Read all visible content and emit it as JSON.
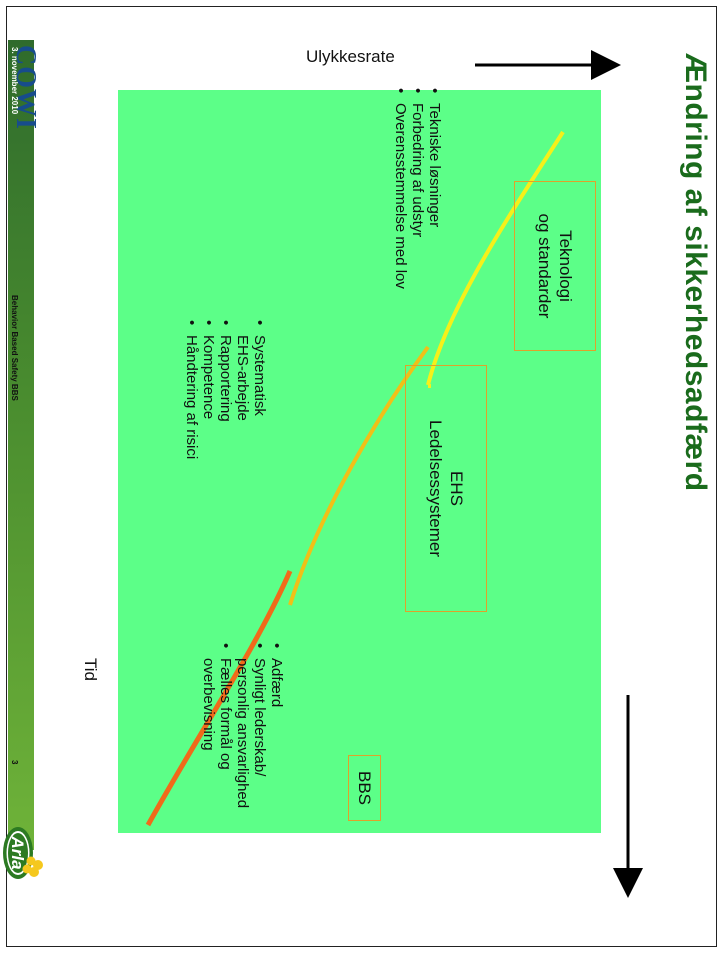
{
  "slide": {
    "title": "Ændring af sikkerhedsadfærd",
    "x_axis_label": "Tid",
    "y_axis_label": "Ulykkesrate"
  },
  "boxes": [
    {
      "lines": [
        "Teknologi",
        "og standarder"
      ]
    },
    {
      "lines": [
        "EHS",
        "Ledelsessystemer"
      ]
    },
    {
      "lines": [
        "BBS"
      ]
    }
  ],
  "bullet_groups": [
    {
      "items": [
        "Tekniske løsninger",
        "Forbedring af udstyr",
        "Overensstemmelse med lov"
      ]
    },
    {
      "items": [
        "Systematisk EHS-arbejde",
        "Rapportering",
        "Kompetence",
        "Håndtering af risici"
      ]
    },
    {
      "items": [
        "Adfærd",
        "Synligt lederskab/ personlig ansvarlighed",
        "Fælles formål og overbevisning"
      ]
    }
  ],
  "curves": [
    {
      "name": "teknologi",
      "color": "#f5f01a"
    },
    {
      "name": "ehs",
      "color": "#f0c018"
    },
    {
      "name": "bbs",
      "color": "#f06a1a"
    }
  ],
  "footer": {
    "logo": "COWI",
    "date": "3. november 2010",
    "title": "Behavior Based Safety BBS",
    "page": "3",
    "brand": "Arla"
  }
}
